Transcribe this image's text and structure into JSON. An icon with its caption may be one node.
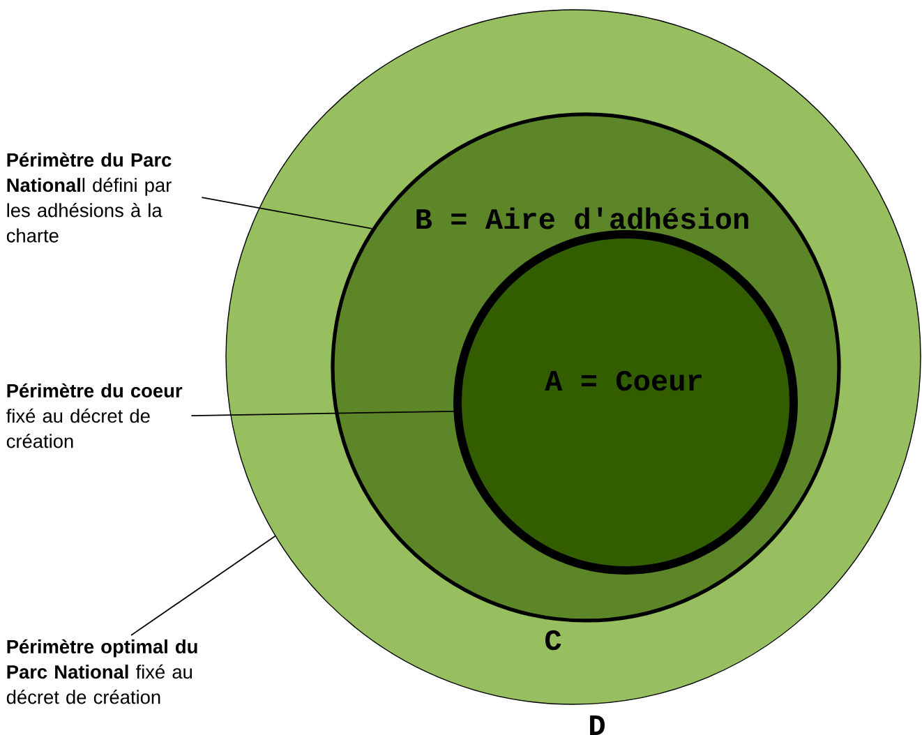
{
  "diagram": {
    "nodes": [
      {
        "text": [
          "C"
        ]
      },
      {
        "text": [
          "B = Aire d'adhésion"
        ],
        "in": 0
      },
      {
        "text": [
          "A = Coeur"
        ],
        "in": 1
      },
      {
        "text": [
          "**Périmètre du Parc National**l défini par les adhésions à la charte"
        ]
      },
      {
        "text": [
          "**Périmètre du coeur** fixé au décret de création"
        ]
      },
      {
        "text": [
          "**Périmètre optimal du Parc National** fixé au décret de création"
        ]
      }
    ],
    "edges": [
      {
        "from": 3,
        "to": 1,
        "arrow": "none"
      },
      {
        "from": 4,
        "to": 2,
        "arrow": "none"
      },
      {
        "from": 5,
        "to": 0,
        "arrow": "none"
      }
    ],
    "labels": [
      "D"
    ]
  }
}
